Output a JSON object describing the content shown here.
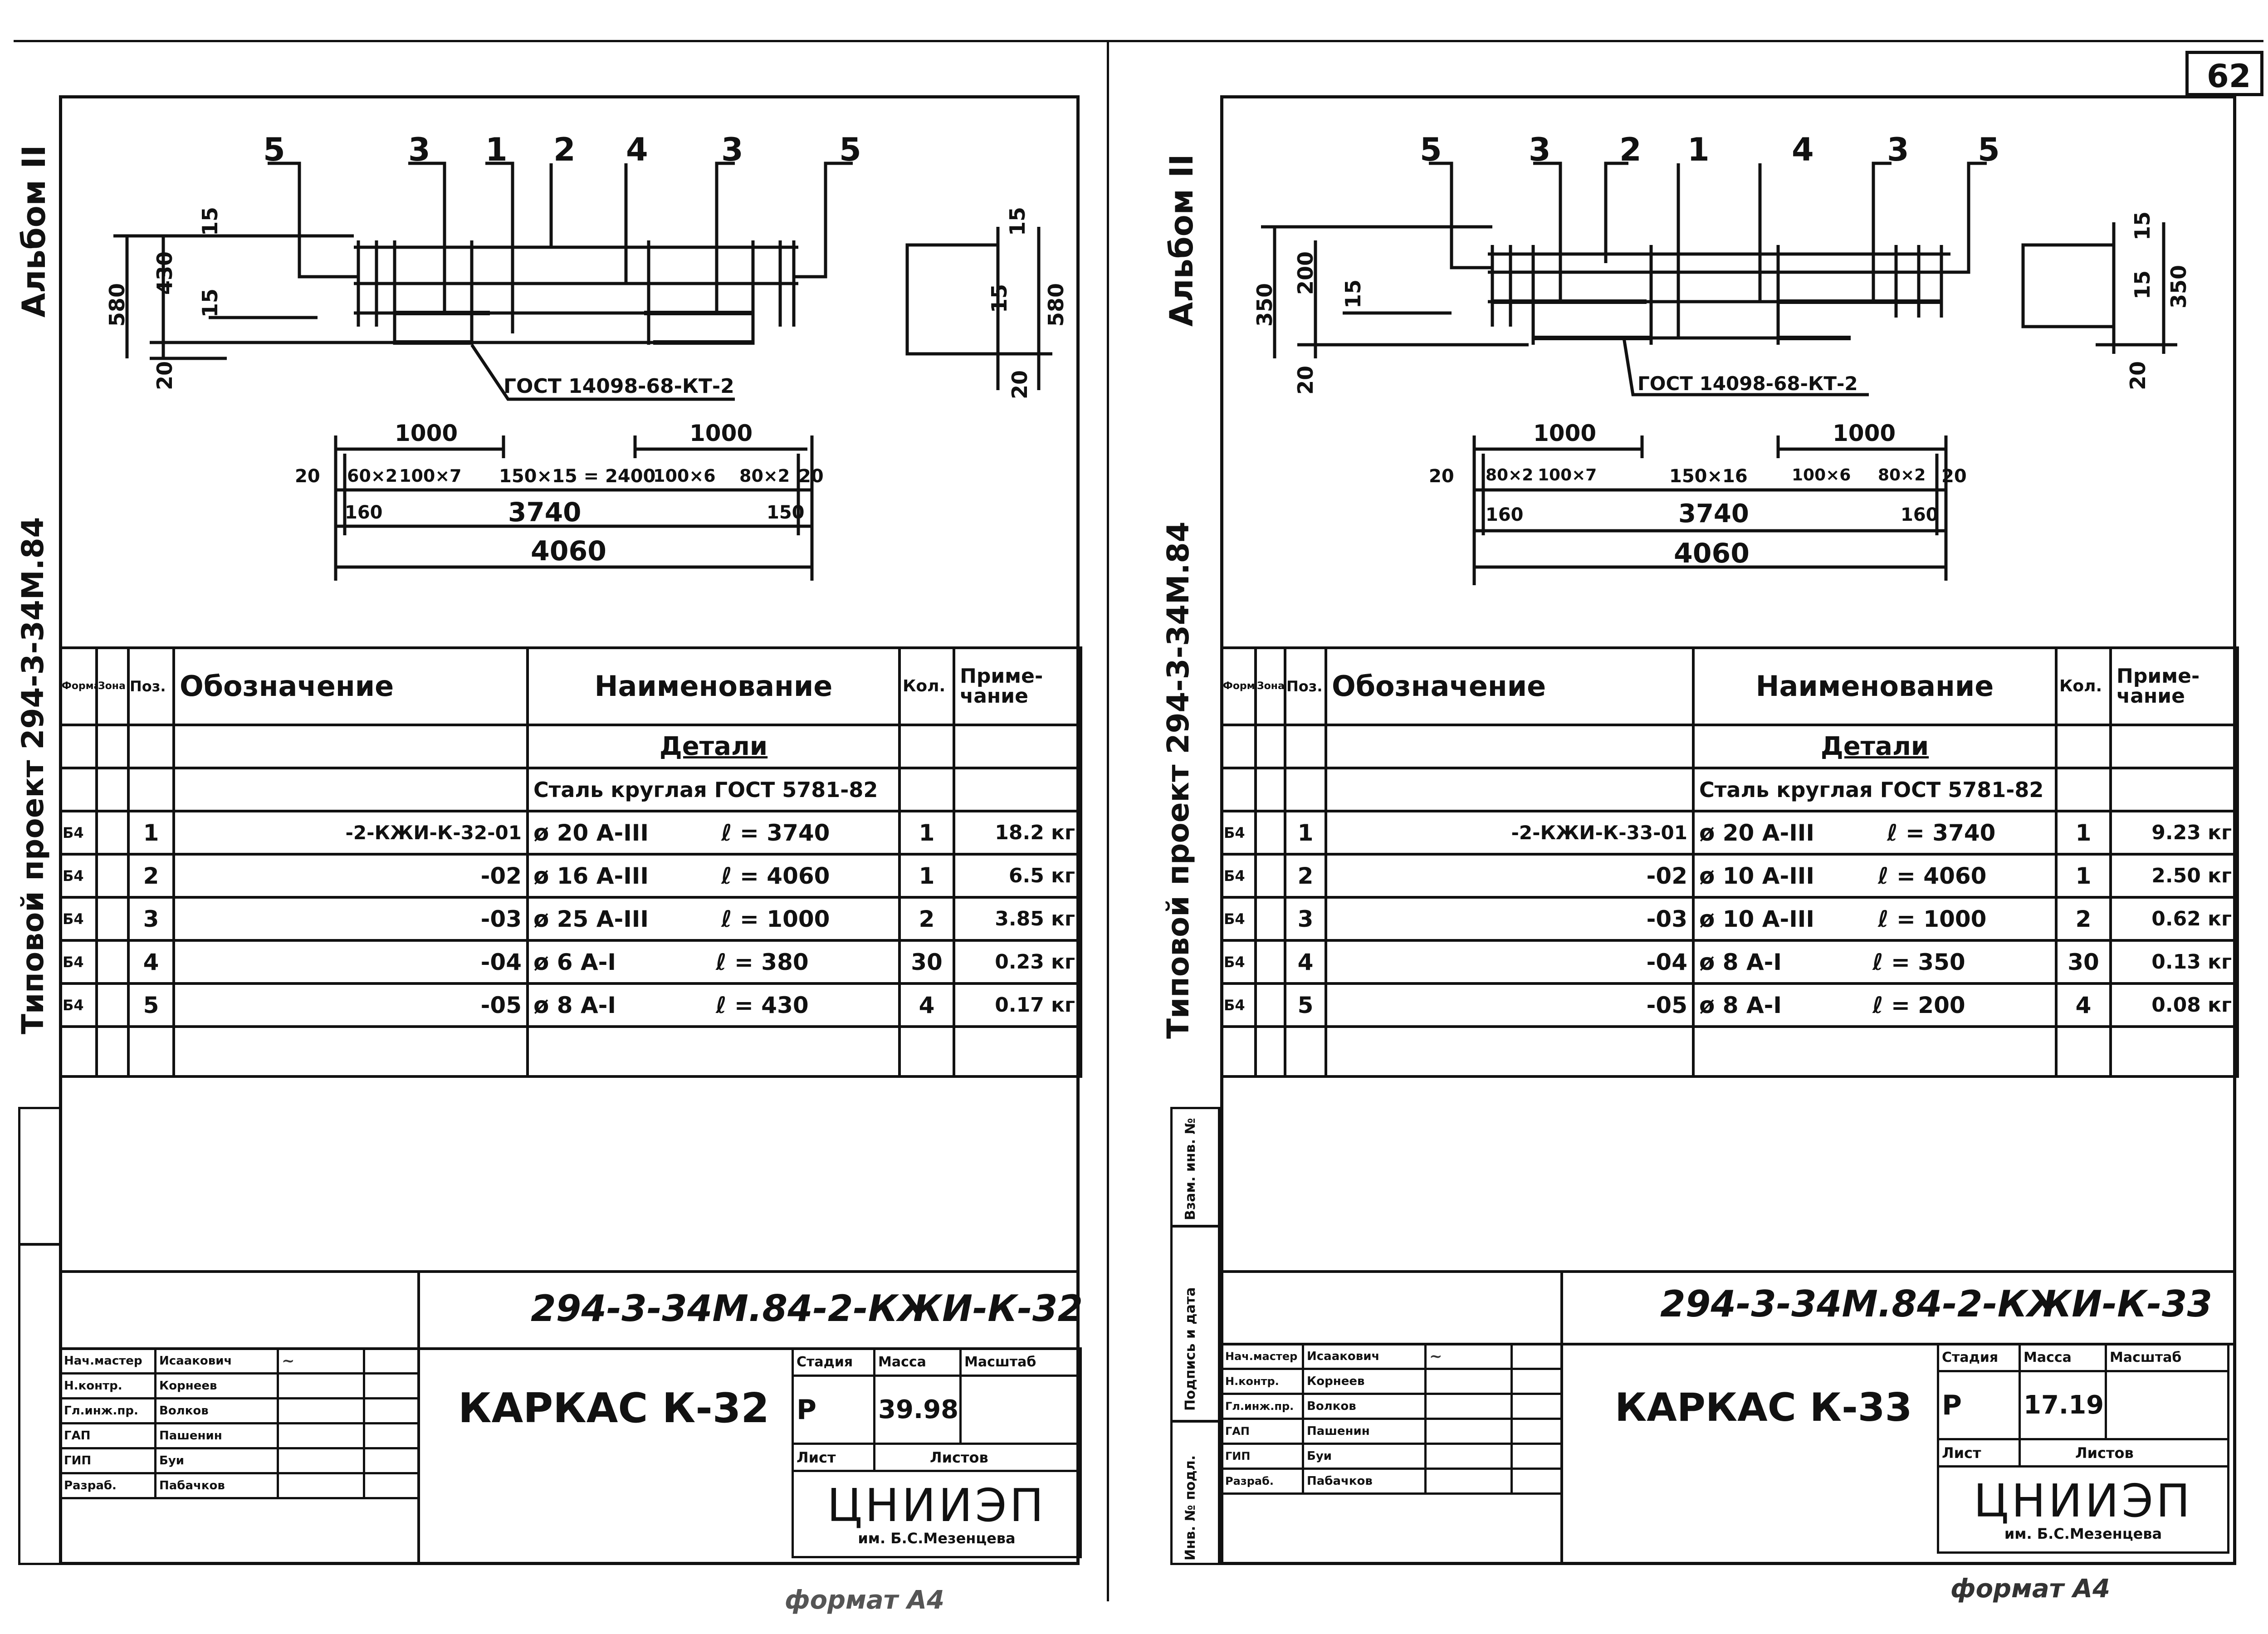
{
  "page_number": "62",
  "format_label": "формат А4",
  "sheets": [
    {
      "id": "left",
      "album_label": "Альбом II",
      "project_label": "Типовой проект 294-3-34М.84",
      "drawing": {
        "callouts": [
          "5",
          "3",
          "1",
          "2",
          "4",
          "3",
          "5"
        ],
        "gost_note": "ГОСТ 14098-68-КТ-2",
        "dims_left": [
          "580",
          "430",
          "15",
          "15",
          "20"
        ],
        "dims_right": [
          "15",
          "15",
          "580",
          "20"
        ],
        "dim_1000_left": "1000",
        "dim_1000_right": "1000",
        "chain": [
          "20",
          "60×2",
          "100×7",
          "150×15 = 2400",
          "100×6",
          "80×2",
          "20"
        ],
        "inner": [
          "160",
          "3740",
          "150"
        ],
        "overall": "4060"
      },
      "table": {
        "headers": [
          "Формат",
          "Зона",
          "Поз.",
          "Обозначение",
          "Наименование",
          "Кол.",
          "Приме-чание"
        ],
        "section": "Детали",
        "subsection": "Сталь круглая ГОСТ 5781-82",
        "rows": [
          {
            "fmt": "Б4",
            "pos": "1",
            "code": "-2-КЖИ-К-32-01",
            "name": "ø 20 А-III",
            "len": "ℓ = 3740",
            "qty": "1",
            "note": "18.2 кг"
          },
          {
            "fmt": "Б4",
            "pos": "2",
            "code": "-02",
            "name": "ø 16 А-III",
            "len": "ℓ = 4060",
            "qty": "1",
            "note": "6.5 кг"
          },
          {
            "fmt": "Б4",
            "pos": "3",
            "code": "-03",
            "name": "ø 25 А-III",
            "len": "ℓ = 1000",
            "qty": "2",
            "note": "3.85 кг"
          },
          {
            "fmt": "Б4",
            "pos": "4",
            "code": "-04",
            "name": "ø 6 А-I",
            "len": "ℓ = 380",
            "qty": "30",
            "note": "0.23 кг"
          },
          {
            "fmt": "Б4",
            "pos": "5",
            "code": "-05",
            "name": "ø 8 А-I",
            "len": "ℓ = 430",
            "qty": "4",
            "note": "0.17 кг"
          }
        ]
      },
      "stamp": {
        "doc_code": "294-3-34М.84-2-КЖИ-К-32",
        "title": "КАРКАС К-32",
        "stage_label": "Стадия",
        "mass_label": "Масса",
        "scale_label": "Масштаб",
        "stage": "Р",
        "mass": "39.98",
        "sheet_label": "Лист",
        "sheets_label": "Листов",
        "org_name": "ЦНИИЭП",
        "org_sub": "им. Б.С.Мезенцева",
        "people": [
          {
            "role": "Нач.мастер",
            "name": "Исаакович"
          },
          {
            "role": "Н.контр.",
            "name": "Корнеев"
          },
          {
            "role": "Гл.инж.пр.",
            "name": "Волков"
          },
          {
            "role": "ГАП",
            "name": "Пашенин"
          },
          {
            "role": "ГИП",
            "name": "Буи"
          },
          {
            "role": "Разраб.",
            "name": "Пабачков"
          }
        ]
      }
    },
    {
      "id": "right",
      "album_label": "Альбом II",
      "project_label": "Типовой проект 294-3-34М.84",
      "drawing": {
        "callouts": [
          "5",
          "3",
          "2",
          "1",
          "4",
          "3",
          "5"
        ],
        "gost_note": "ГОСТ 14098-68-КТ-2",
        "dims_left": [
          "350",
          "200",
          "15",
          "20"
        ],
        "dims_right": [
          "15",
          "15",
          "350",
          "20"
        ],
        "dim_1000_left": "1000",
        "dim_1000_right": "1000",
        "chain": [
          "20",
          "80×2",
          "100×7",
          "150×16",
          "100×6",
          "80×2",
          "20"
        ],
        "inner": [
          "160",
          "3740",
          "160"
        ],
        "overall": "4060"
      },
      "table": {
        "headers": [
          "Формат",
          "Зона",
          "Поз.",
          "Обозначение",
          "Наименование",
          "Кол.",
          "Приме-чание"
        ],
        "section": "Детали",
        "subsection": "Сталь круглая ГОСТ 5781-82",
        "rows": [
          {
            "fmt": "Б4",
            "pos": "1",
            "code": "-2-КЖИ-К-33-01",
            "name": "ø 20 А-III",
            "len": "ℓ = 3740",
            "qty": "1",
            "note": "9.23 кг"
          },
          {
            "fmt": "Б4",
            "pos": "2",
            "code": "-02",
            "name": "ø 10 А-III",
            "len": "ℓ = 4060",
            "qty": "1",
            "note": "2.50 кг"
          },
          {
            "fmt": "Б4",
            "pos": "3",
            "code": "-03",
            "name": "ø 10 А-III",
            "len": "ℓ = 1000",
            "qty": "2",
            "note": "0.62 кг"
          },
          {
            "fmt": "Б4",
            "pos": "4",
            "code": "-04",
            "name": "ø 8 А-I",
            "len": "ℓ = 350",
            "qty": "30",
            "note": "0.13 кг"
          },
          {
            "fmt": "Б4",
            "pos": "5",
            "code": "-05",
            "name": "ø 8 А-I",
            "len": "ℓ = 200",
            "qty": "4",
            "note": "0.08 кг"
          }
        ]
      },
      "stamp": {
        "doc_code": "294-3-34М.84-2-КЖИ-К-33",
        "title": "КАРКАС К-33",
        "stage_label": "Стадия",
        "mass_label": "Масса",
        "scale_label": "Масштаб",
        "stage": "Р",
        "mass": "17.19",
        "sheet_label": "Лист",
        "sheets_label": "Листов",
        "org_name": "ЦНИИЭП",
        "org_sub": "им. Б.С.Мезенцева",
        "people": [
          {
            "role": "Нач.мастер",
            "name": "Исаакович"
          },
          {
            "role": "Н.контр.",
            "name": "Корнеев"
          },
          {
            "role": "Гл.инж.пр.",
            "name": "Волков"
          },
          {
            "role": "ГАП",
            "name": "Пашенин"
          },
          {
            "role": "ГИП",
            "name": "Буи"
          },
          {
            "role": "Разраб.",
            "name": "Пабачков"
          }
        ]
      },
      "side_labels": [
        "Взам. инв. №",
        "Подпись и дата",
        "Инв. № подл."
      ]
    }
  ]
}
